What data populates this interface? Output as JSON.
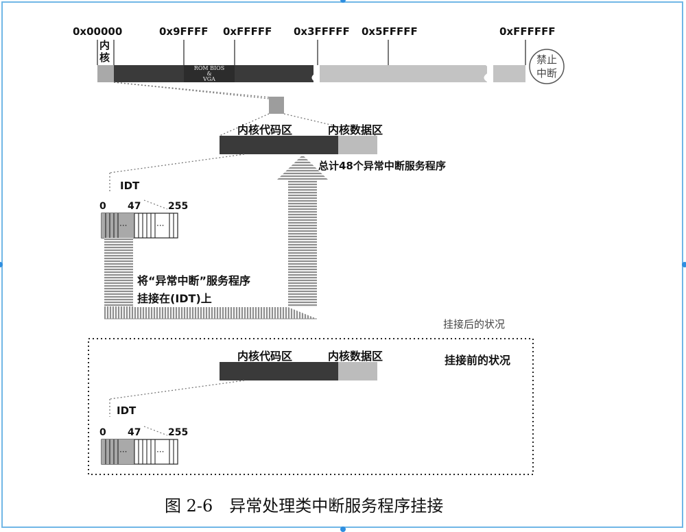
{
  "addresses": [
    "0x00000",
    "0x9FFFF",
    "0xFFFFF",
    "0x3FFFFF",
    "0x5FFFFF",
    "0xFFFFFF"
  ],
  "kernel_label": [
    "内",
    "核"
  ],
  "rom_bios": [
    "ROM BIOS",
    "&",
    "VGA"
  ],
  "disable_interrupt": [
    "禁止",
    "中断"
  ],
  "upper": {
    "code_region": "内核代码区",
    "data_region": "内核数据区",
    "total_note": "总计48个异常中断服务程序",
    "idt_label": "IDT",
    "idt_indices": [
      "0",
      "47",
      "255"
    ],
    "ellipsis": "···",
    "mount_text": [
      "将“异常中断”服务程序",
      "挂接在(IDT)上"
    ]
  },
  "after_label": "挂接后的状况",
  "lower": {
    "code_region": "内核代码区",
    "data_region": "内核数据区",
    "before_label": "挂接前的状况",
    "idt_label": "IDT",
    "idt_indices": [
      "0",
      "47",
      "255"
    ],
    "ellipsis": "···"
  },
  "caption": "图 2-6　异常处理类中断服务程序挂接",
  "colors": {
    "dark": "#3a3a3a",
    "light": "#b9b9b9",
    "mid": "#9a9a9a",
    "frame": "#6fb6e6"
  }
}
